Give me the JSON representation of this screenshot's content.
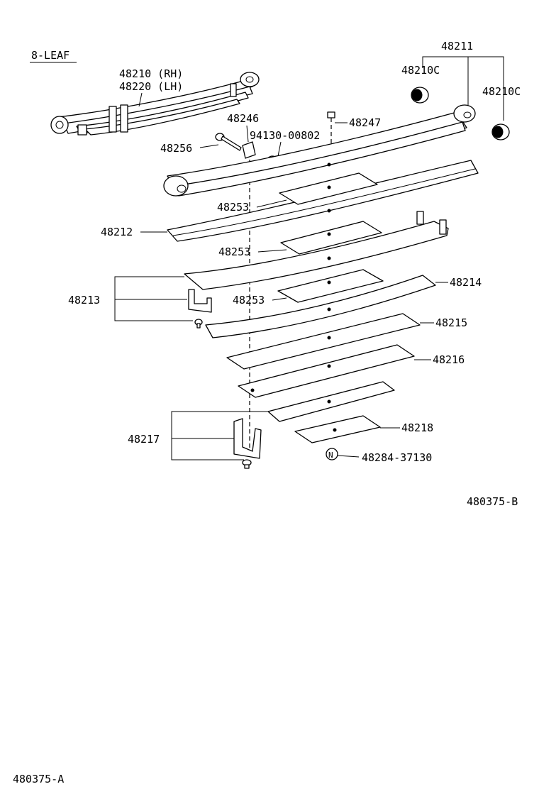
{
  "variant_label": "8-LEAF",
  "labels": {
    "assembly_rh": "48210 (RH)",
    "assembly_lh": "48220 (LH)",
    "p48211": "48211",
    "p48210c_left": "48210C",
    "p48210c_right": "48210C",
    "p48246": "48246",
    "p48247": "48247",
    "p94130": "94130-00802",
    "p48256": "48256",
    "p48253_a": "48253",
    "p48253_b": "48253",
    "p48253_c": "48253",
    "p48212": "48212",
    "p48213": "48213",
    "p48214": "48214",
    "p48215": "48215",
    "p48216": "48216",
    "p48217": "48217",
    "p48218": "48218",
    "p48284": "48284-37130",
    "nonreusable_mark_a": "N",
    "nonreusable_mark_b": "N"
  },
  "figure_ids": {
    "b": "480375-B",
    "a": "480375-A"
  }
}
